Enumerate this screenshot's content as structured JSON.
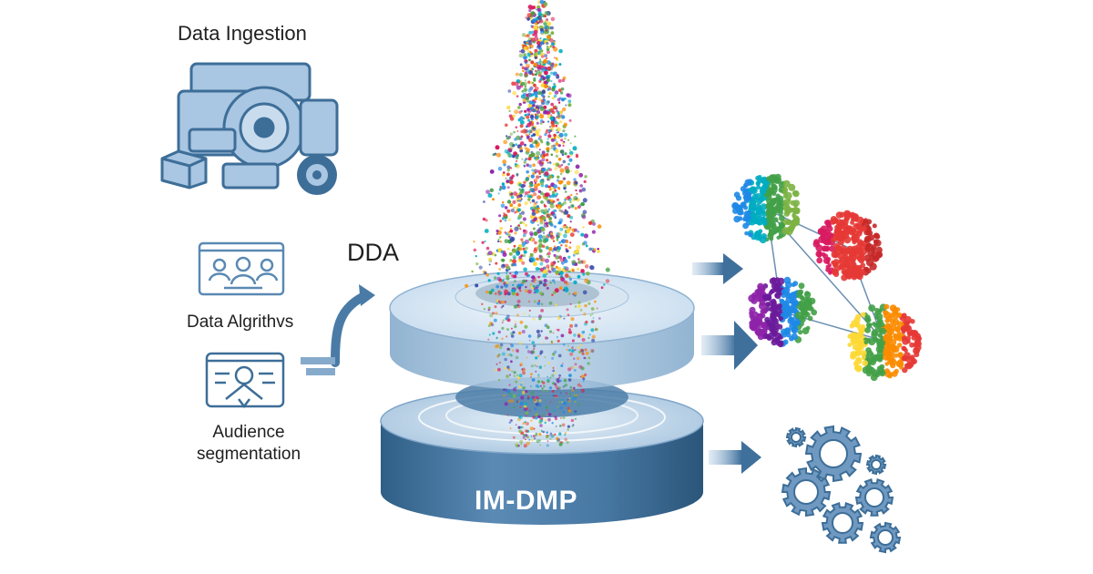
{
  "labels": {
    "ingestion": "Data Ingestion",
    "dda": "DDA",
    "algorithms": "Data Algrithvs",
    "audience_line1": "Audience",
    "audience_line2": "segmentation",
    "platform": "IM-DMP"
  },
  "icons": {
    "ingestion": "machinery-gears-icon",
    "algorithms": "people-screen-icon",
    "audience": "audience-target-icon",
    "clusters": "data-cluster-network",
    "gears": "gears-cluster-icon"
  },
  "colors": {
    "icon_blue": "#3d6e98",
    "icon_fill": "#a9c6e2",
    "platform_dark": "#3e6d94",
    "platform_light": "#b7d0e6",
    "arrow": "#4a7ba6"
  }
}
